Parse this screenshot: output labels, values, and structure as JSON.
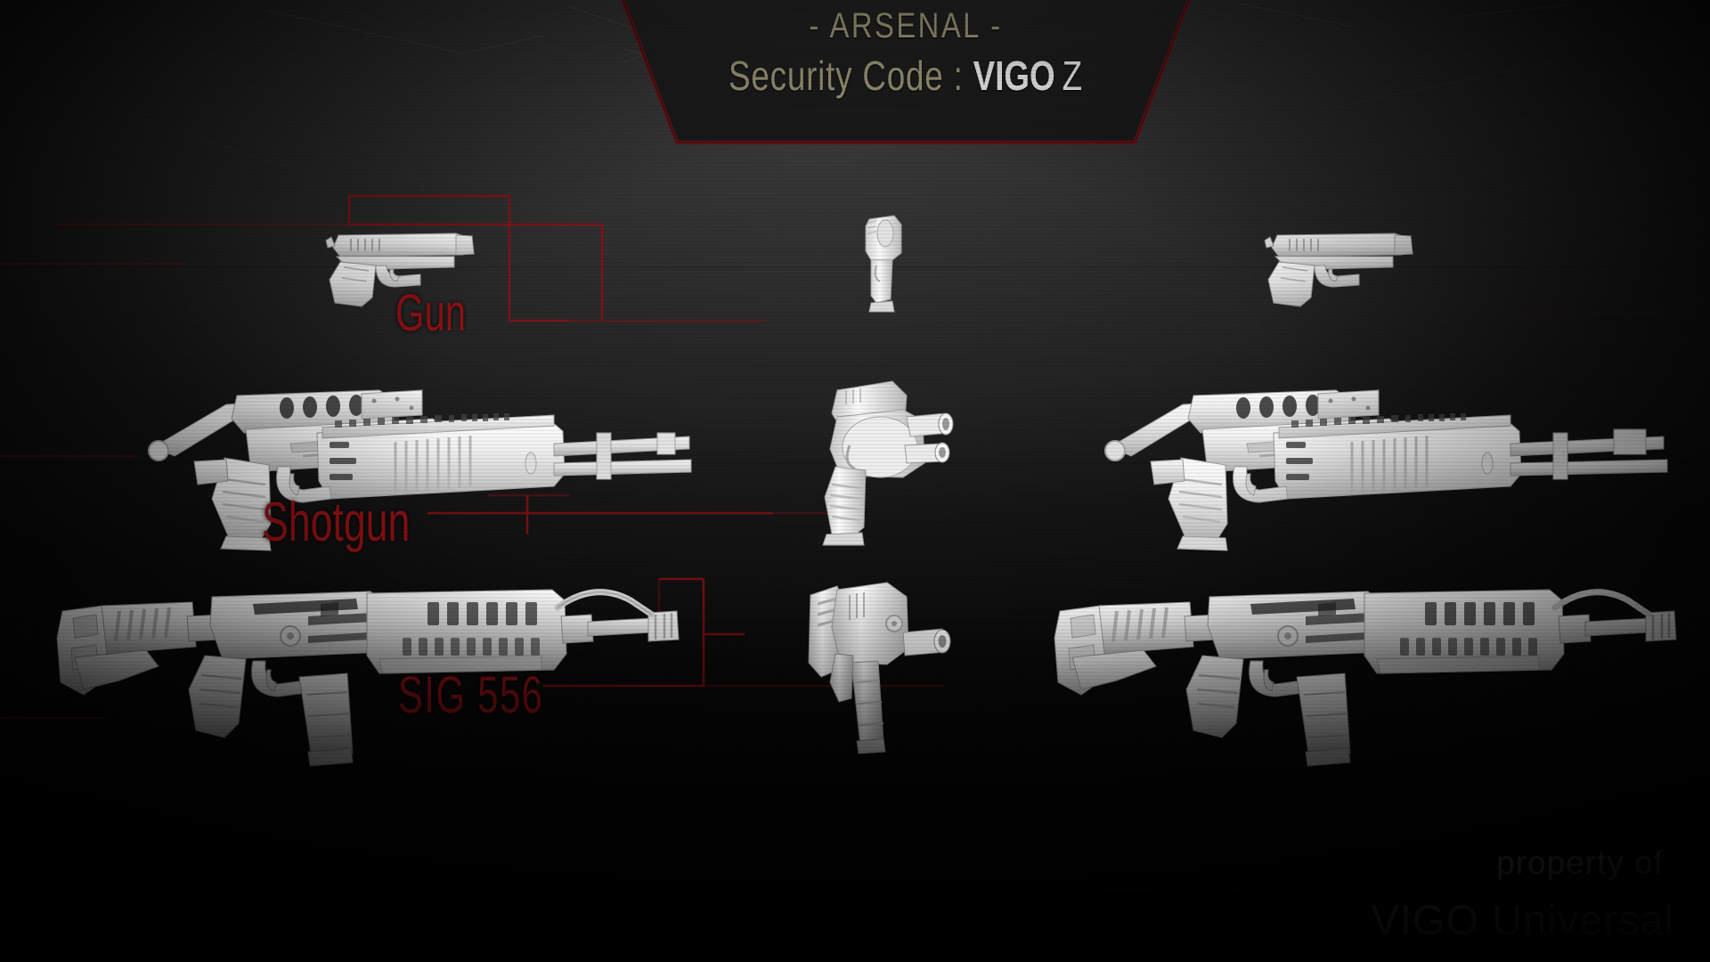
{
  "header": {
    "title": "- ARSENAL -",
    "security_label": "Security Code :",
    "security_code_main": "VIGO",
    "security_code_suffix": "Z",
    "title_color": "#9d9776",
    "code_color": "#f2f2f2",
    "banner_border_color": "#6b1418"
  },
  "palette": {
    "background": "#2a2a2a",
    "label_red": "#8e1013",
    "schematic_red": "#7e1418",
    "weapon_white": "#f4f4f4",
    "footer_white": "#f0f0f0"
  },
  "rows": [
    {
      "label": "Gun",
      "weapon_name": "pistol",
      "views": [
        "side-left",
        "front",
        "side-right"
      ]
    },
    {
      "label": "Shotgun",
      "weapon_name": "combat-shotgun",
      "views": [
        "side-left",
        "front",
        "side-right"
      ]
    },
    {
      "label": "SIG 556",
      "weapon_name": "assault-rifle",
      "views": [
        "side-left",
        "front",
        "side-right"
      ]
    }
  ],
  "footer": {
    "line1": "property of",
    "line2": "VIGO Universal",
    "divider_color": "#8e1013"
  }
}
